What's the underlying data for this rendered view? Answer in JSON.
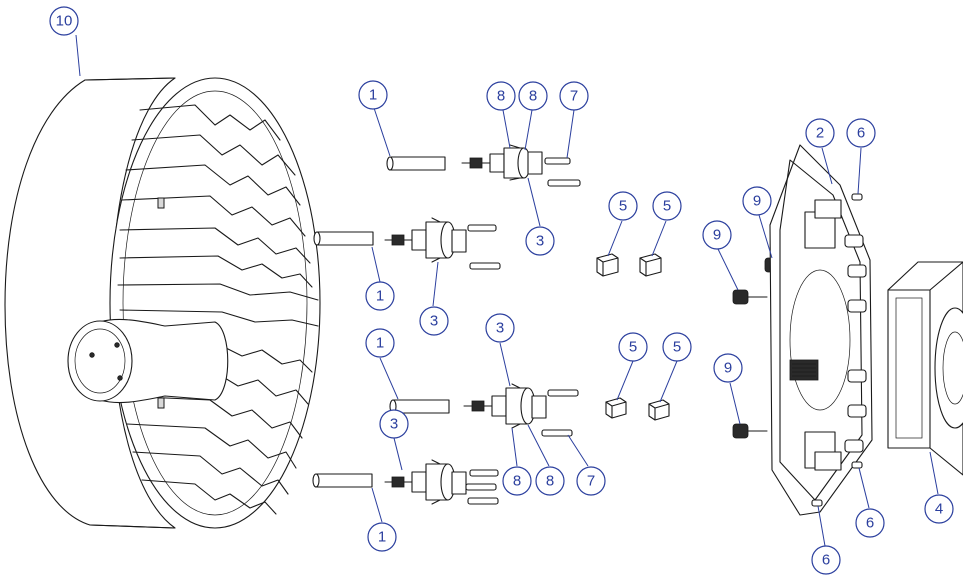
{
  "callouts": {
    "c10": "10",
    "c1a": "1",
    "c1b": "1",
    "c1c": "1",
    "c1d": "1",
    "c2": "2",
    "c3a": "3",
    "c3b": "3",
    "c3c": "3",
    "c3d": "3",
    "c4": "4",
    "c5a": "5",
    "c5b": "5",
    "c5c": "5",
    "c5d": "5",
    "c6a": "6",
    "c6b": "6",
    "c6c": "6",
    "c7a": "7",
    "c7b": "7",
    "c8a": "8",
    "c8b": "8",
    "c8c": "8",
    "c8d": "8",
    "c9a": "9",
    "c9b": "9",
    "c9c": "9"
  }
}
